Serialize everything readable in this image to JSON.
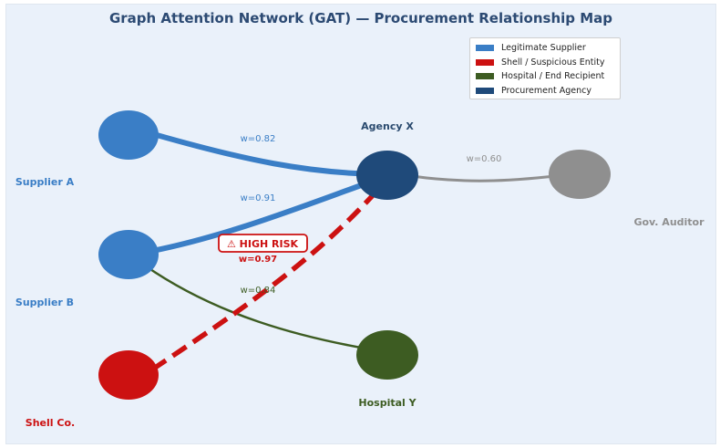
{
  "title": "Graph Attention Network (GAT) — Procurement Relationship Map",
  "legend": [
    {
      "label": "Legitimate Supplier",
      "color": "#3a7ec6"
    },
    {
      "label": "Shell / Suspicious Entity",
      "color": "#cc1111"
    },
    {
      "label": "Hospital / End Recipient",
      "color": "#3d5c22"
    },
    {
      "label": "Procurement Agency",
      "color": "#1f4a7a"
    }
  ],
  "nodes": {
    "supplier_a": {
      "label": "Supplier A",
      "color": "#3a7ec6",
      "label_color": "#3a7ec6"
    },
    "supplier_b": {
      "label": "Supplier B",
      "color": "#3a7ec6",
      "label_color": "#3a7ec6"
    },
    "shell_co": {
      "label": "Shell Co.",
      "color": "#cc1111",
      "label_color": "#cc1111"
    },
    "agency_x": {
      "label": "Agency X",
      "color": "#1f4a7a",
      "label_color": "#2a4a6e"
    },
    "hospital_y": {
      "label": "Hospital Y",
      "color": "#3d5c22",
      "label_color": "#3d5c22"
    },
    "gov_auditor": {
      "label": "Gov. Auditor",
      "color": "#8f8f8f",
      "label_color": "#8f8f8f"
    }
  },
  "edges": {
    "a_to_agency": {
      "weight": "w=0.82",
      "color": "#3a7ec6"
    },
    "b_to_agency": {
      "weight": "w=0.91",
      "color": "#3a7ec6"
    },
    "shell_to_agency": {
      "weight": "w=0.97",
      "color": "#cc1111",
      "flag": "⚠ HIGH RISK"
    },
    "b_to_hospital": {
      "weight": "w=0.84",
      "color": "#3d5c22"
    },
    "agency_to_auditor": {
      "weight": "w=0.60",
      "color": "#8f8f8f"
    }
  }
}
